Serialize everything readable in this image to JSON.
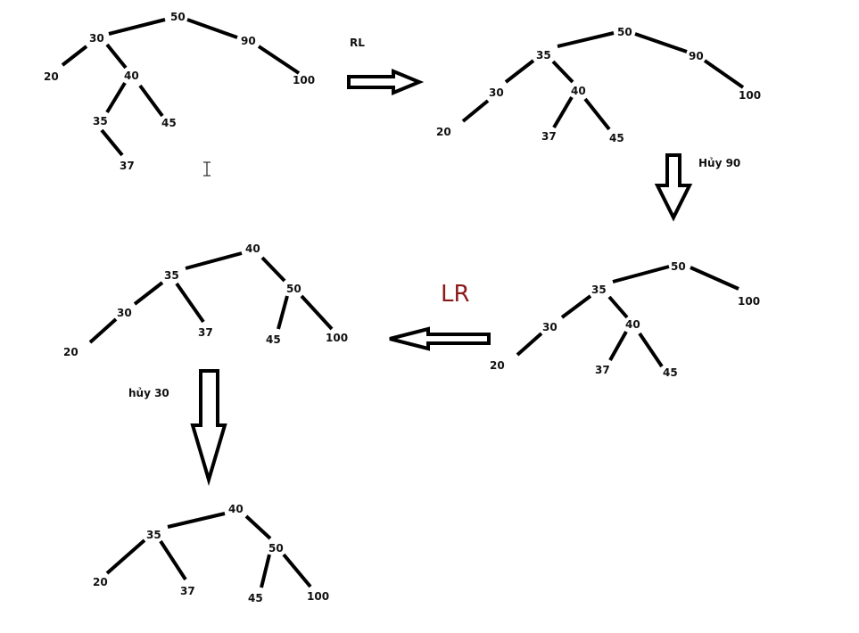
{
  "trees": [
    {
      "name": "tree-initial",
      "nodes": [
        "50",
        "30",
        "90",
        "20",
        "40",
        "100",
        "35",
        "45",
        "37"
      ]
    },
    {
      "name": "tree-after-rl",
      "nodes": [
        "50",
        "35",
        "90",
        "30",
        "40",
        "100",
        "20",
        "37",
        "45"
      ]
    },
    {
      "name": "tree-after-delete-90",
      "nodes": [
        "50",
        "35",
        "100",
        "30",
        "40",
        "20",
        "37",
        "45"
      ]
    },
    {
      "name": "tree-after-lr",
      "nodes": [
        "40",
        "35",
        "50",
        "30",
        "37",
        "45",
        "100",
        "20"
      ]
    },
    {
      "name": "tree-after-delete-30",
      "nodes": [
        "40",
        "35",
        "50",
        "20",
        "37",
        "45",
        "100"
      ]
    }
  ],
  "steps": [
    {
      "label": "RL",
      "direction": "right"
    },
    {
      "label": "Hủy 90",
      "direction": "down"
    },
    {
      "label": "LR",
      "direction": "left"
    },
    {
      "label": "hủy 30",
      "direction": "down"
    }
  ]
}
